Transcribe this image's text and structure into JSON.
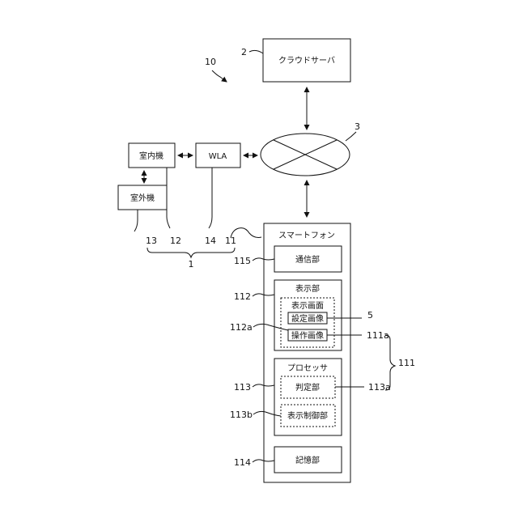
{
  "references": {
    "system": "10",
    "cloud_server": "2",
    "network": "3",
    "air_conditioner": "1",
    "lbl_11": "11",
    "lbl_12": "12",
    "lbl_13": "13",
    "lbl_14": "14",
    "display_screen": "5",
    "lbl_111": "111",
    "lbl_111a": "111a",
    "lbl_112": "112",
    "lbl_112a": "112a",
    "lbl_113": "113",
    "lbl_113a": "113a",
    "lbl_113b": "113b",
    "lbl_114": "114",
    "lbl_115": "115"
  },
  "boxes": {
    "cloud_server": "クラウドサーバ",
    "indoor_unit": "室内機",
    "outdoor_unit": "室外機",
    "wla": "WLA",
    "smartphone": "スマートフォン",
    "communication_unit": "通信部",
    "display_unit": "表示部",
    "display_screen": "表示画面",
    "settings_image": "設定画像",
    "operation_image": "操作画像",
    "processor": "プロセッサ",
    "judgment_unit": "判定部",
    "display_control_unit": "表示制御部",
    "storage_unit": "記憶部"
  }
}
